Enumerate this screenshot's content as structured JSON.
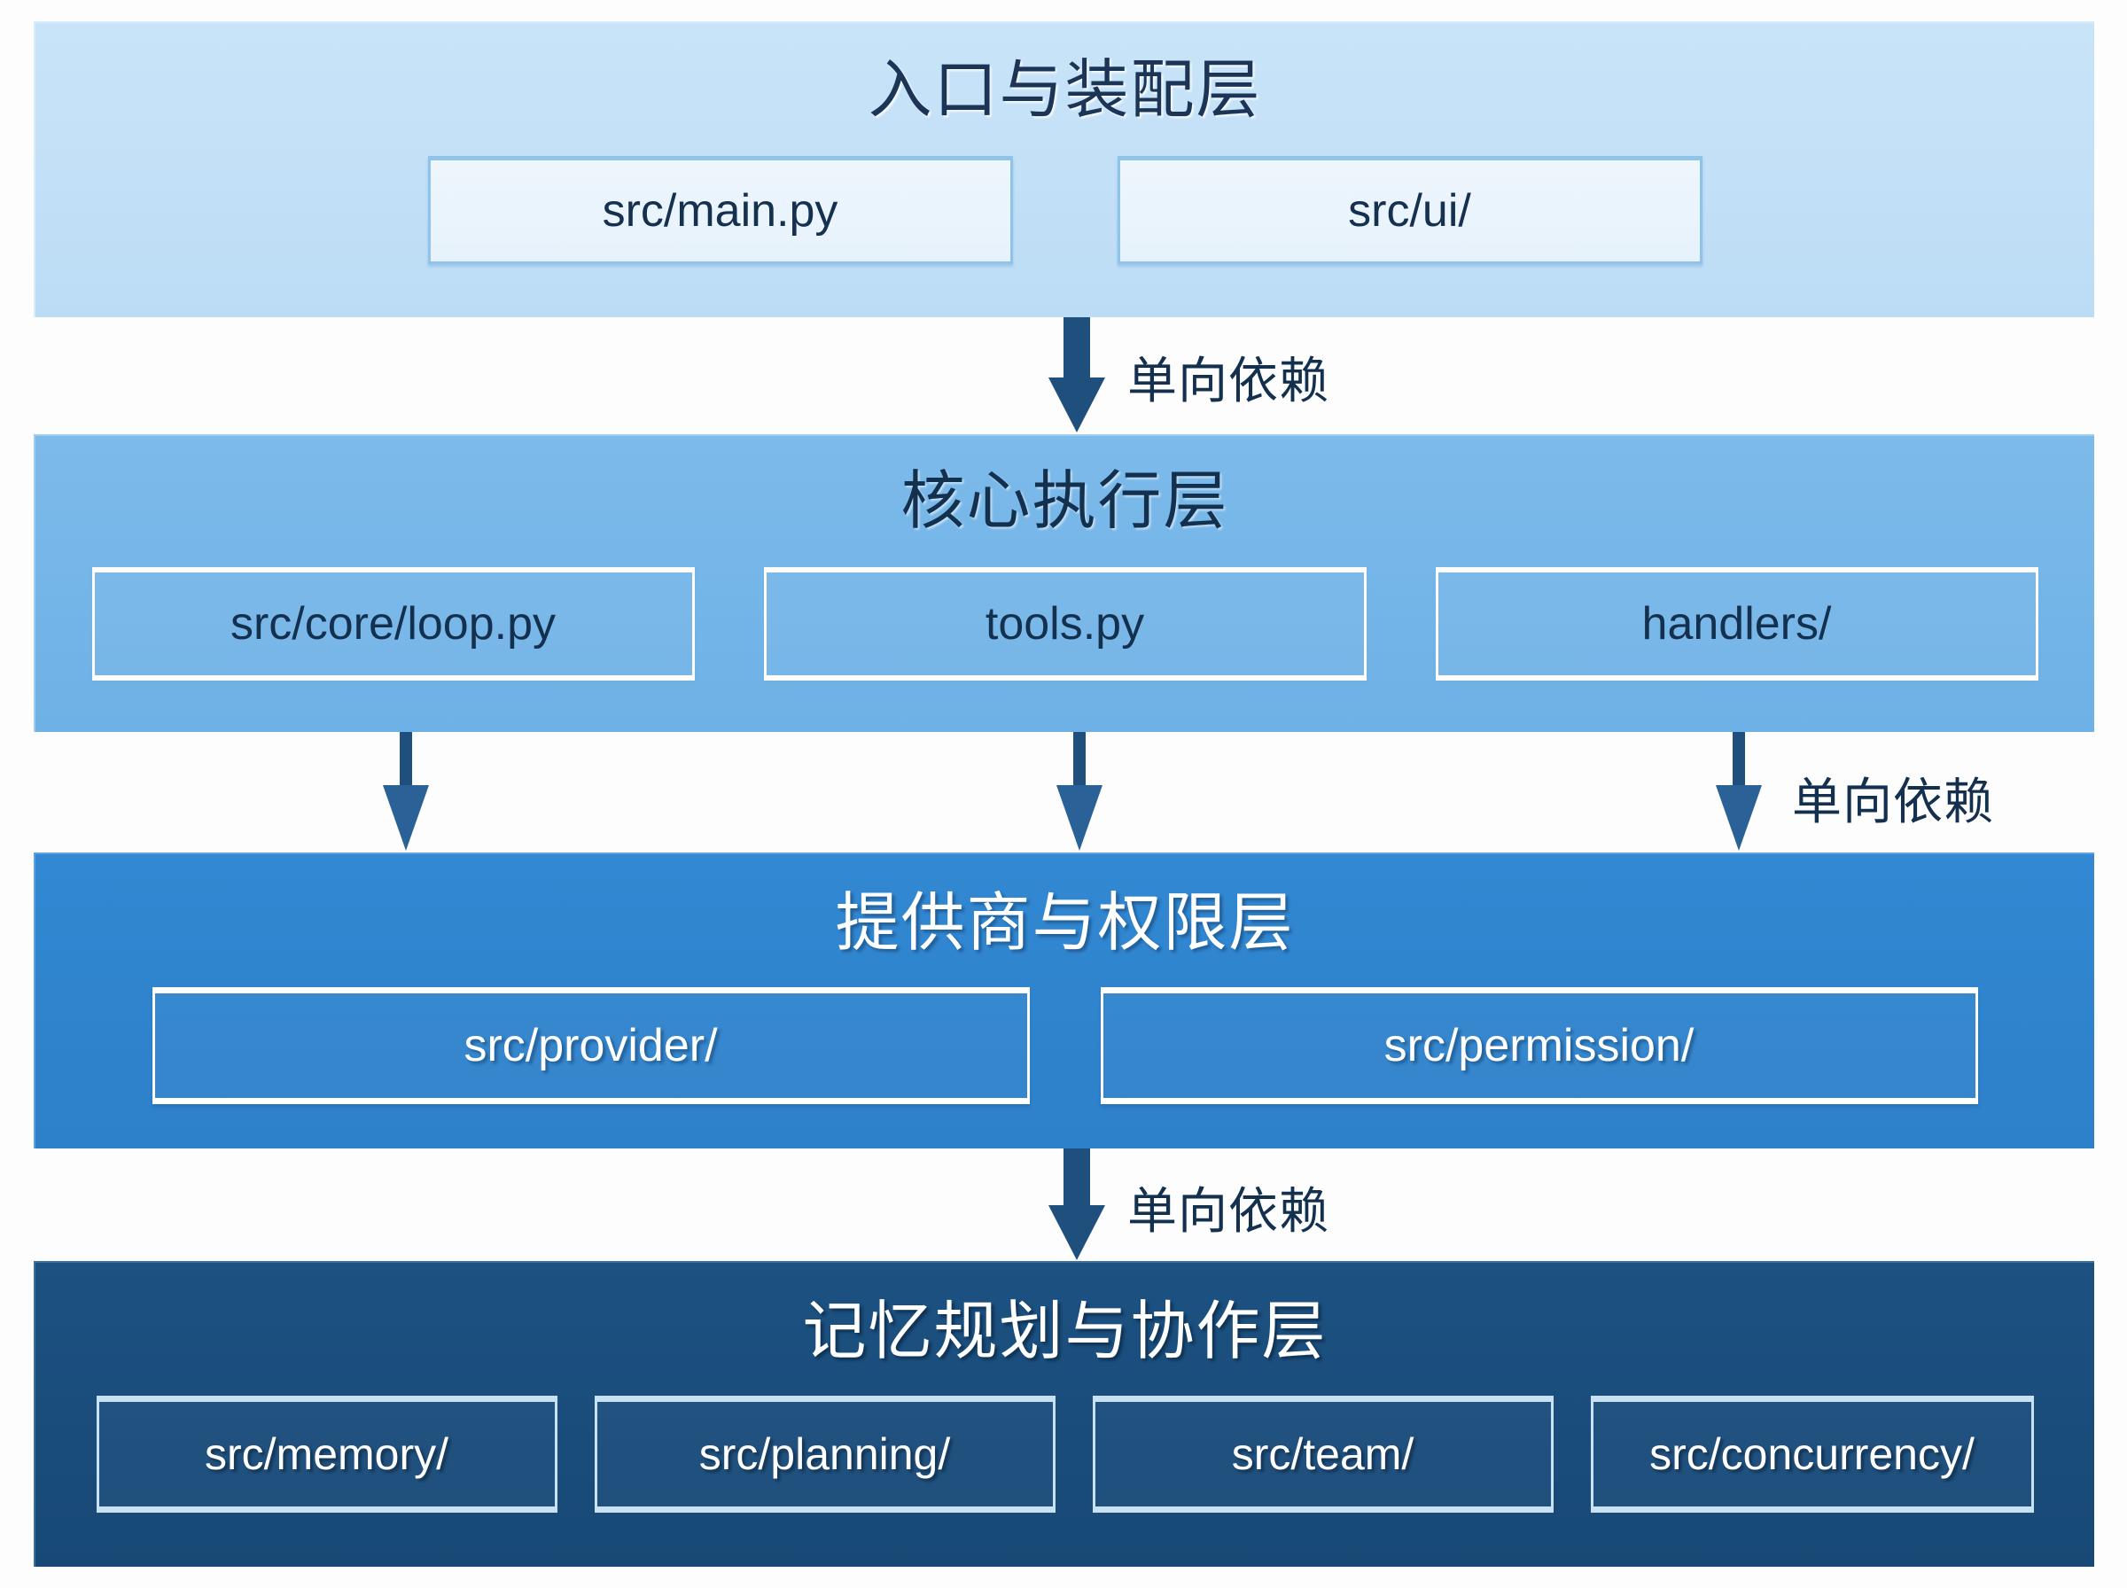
{
  "diagram": {
    "type": "layered-architecture",
    "background_color": "#ffffff",
    "layers": [
      {
        "id": "entry-assembly",
        "title": "入口与装配层",
        "fill_color": "#c5e2f7",
        "text_color": "#16304f",
        "nodes": [
          {
            "label": "src/main.py"
          },
          {
            "label": "src/ui/"
          }
        ]
      },
      {
        "id": "core-execution",
        "title": "核心执行层",
        "fill_color": "#77b6e8",
        "text_color": "#13304f",
        "nodes": [
          {
            "label": "src/core/loop.py"
          },
          {
            "label": "tools.py"
          },
          {
            "label": "handlers/"
          }
        ]
      },
      {
        "id": "provider-permission",
        "title": "提供商与权限层",
        "fill_color": "#2e86d0",
        "text_color": "#ffffff",
        "nodes": [
          {
            "label": "src/provider/"
          },
          {
            "label": "src/permission/"
          }
        ]
      },
      {
        "id": "memory-planning-collaboration",
        "title": "记忆规划与协作层",
        "fill_color": "#1b4f7e",
        "text_color": "#ffffff",
        "nodes": [
          {
            "label": "src/memory/"
          },
          {
            "label": "src/planning/"
          },
          {
            "label": "src/team/"
          },
          {
            "label": "src/concurrency/"
          }
        ]
      }
    ],
    "connectors": [
      {
        "id": "c1",
        "from": "entry-assembly",
        "to": "core-execution",
        "label": "单向依赖",
        "color": "#1f4f7d"
      },
      {
        "id": "c2a",
        "from": "core-execution",
        "to": "provider-permission",
        "label": "",
        "color": "#2a6196"
      },
      {
        "id": "c2b",
        "from": "core-execution",
        "to": "provider-permission",
        "label": "",
        "color": "#2a6196"
      },
      {
        "id": "c2c",
        "from": "core-execution",
        "to": "provider-permission",
        "label": "单向依赖",
        "color": "#2a6196"
      },
      {
        "id": "c3",
        "from": "provider-permission",
        "to": "memory-planning-collaboration",
        "label": "单向依赖",
        "color": "#1f4f7d"
      }
    ]
  }
}
